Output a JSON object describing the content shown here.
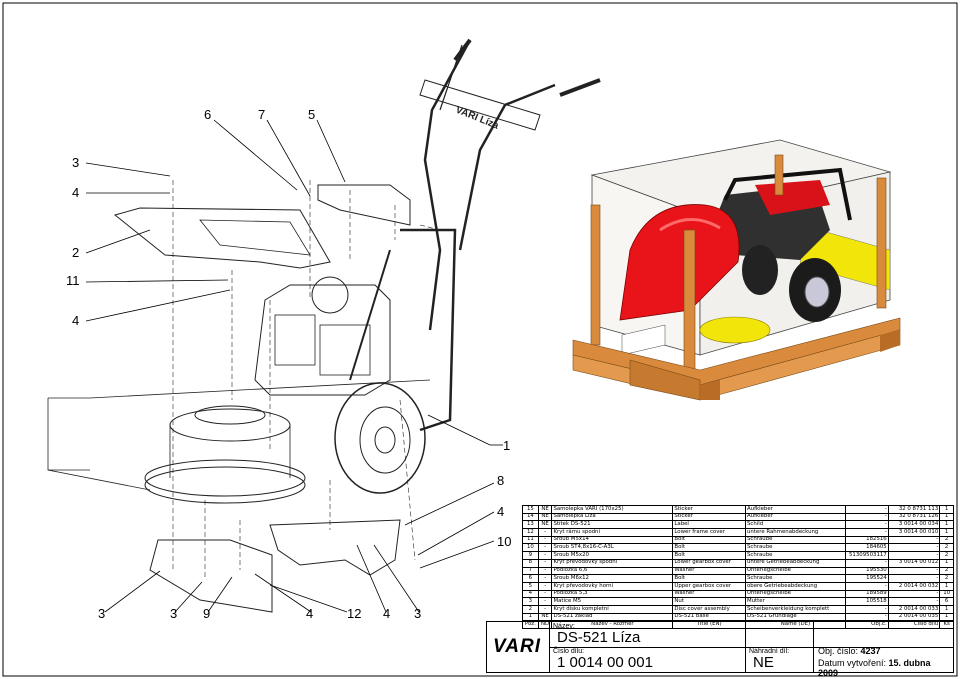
{
  "callouts": [
    "6",
    "7",
    "5",
    "3",
    "4",
    "2",
    "11",
    "4",
    "1",
    "8",
    "4",
    "10",
    "3",
    "3",
    "9",
    "4",
    "12",
    "4",
    "3"
  ],
  "parts_header": [
    "Poz.",
    "ND",
    "Název - Rozměr",
    "Title (EN)",
    "Name (DE)",
    "Obj.č.",
    "Číslo dílu",
    "Ks"
  ],
  "parts_rows": [
    [
      "15",
      "NE",
      "Samolepka VARI (170x25)",
      "Sticker",
      "Aufkleber",
      "-",
      "32 0 8731 113",
      "1"
    ],
    [
      "14",
      "NE",
      "Samolepka Líza",
      "Sticker",
      "Aufkleber",
      "-",
      "32 0 8731 126",
      "1"
    ],
    [
      "13",
      "NE",
      "Štítek DS-521",
      "Label",
      "Schild",
      "-",
      "3 0014 00 034",
      "1"
    ],
    [
      "12",
      "-",
      "Kryt rámu spodní",
      "Lower frame cover",
      "untere Rahmenabdeckung",
      "-",
      "3 0014 00 010",
      "1"
    ],
    [
      "11",
      "-",
      "Šroub M5x14",
      "Bolt",
      "Schraube",
      "182516",
      "-",
      "2"
    ],
    [
      "10",
      "-",
      "Šroub ST4,8x16-C-A3L",
      "Bolt",
      "Schraube",
      "184605",
      "-",
      "2"
    ],
    [
      "9",
      "-",
      "Šroub M5x20",
      "Bolt",
      "Schraube",
      "51309503117",
      "-",
      "2"
    ],
    [
      "8",
      "-",
      "Kryt převodovky spodní",
      "Lower gearbox cover",
      "untere Getriebeabdeckung",
      "-",
      "3 0014 00 012",
      "1"
    ],
    [
      "7",
      "-",
      "Podložka 6,6",
      "Washer",
      "Unterlegscheibe",
      "195530",
      "-",
      "2"
    ],
    [
      "6",
      "-",
      "Šroub M6x12",
      "Bolt",
      "Schraube",
      "195524",
      "-",
      "2"
    ],
    [
      "5",
      "-",
      "Kryt převodovky horní",
      "Upper gearbox cover",
      "obere Getriebeabdeckung",
      "-",
      "2 0014 00 032",
      "1"
    ],
    [
      "4",
      "-",
      "Podložka 5,3",
      "Washer",
      "Unterlegscheibe",
      "189589",
      "-",
      "10"
    ],
    [
      "3",
      "-",
      "Matice M5",
      "Nut",
      "Mutter",
      "105518",
      "-",
      "6"
    ],
    [
      "2",
      "-",
      "Kryt disku kompletní",
      "Disc cover assembly",
      "Scheibenverkleidung komplett",
      "-",
      "2 0014 00 033",
      "1"
    ],
    [
      "1",
      "NE",
      "DS-521 základ",
      "DS-521 base",
      "DS-521 Grundlage",
      "-",
      "2 0014 00 035",
      "1"
    ]
  ],
  "title_block": {
    "logo": "VARI",
    "nazev_label": "Název:",
    "nazev": "DS-521 Líza",
    "cislo_label": "Číslo dílu:",
    "cislo": "1 0014 00 001",
    "nahradni_label": "Náhradní díl:",
    "nahradni": "NE",
    "obj_label": "Obj. číslo:",
    "obj": "4237",
    "datum_label": "Datum vytvoření:",
    "datum": "15. dubna 2009"
  },
  "colors": {
    "red": "#e8141a",
    "yellow": "#f2e50a",
    "wood": "#d98a3c",
    "frame": "#000000"
  }
}
